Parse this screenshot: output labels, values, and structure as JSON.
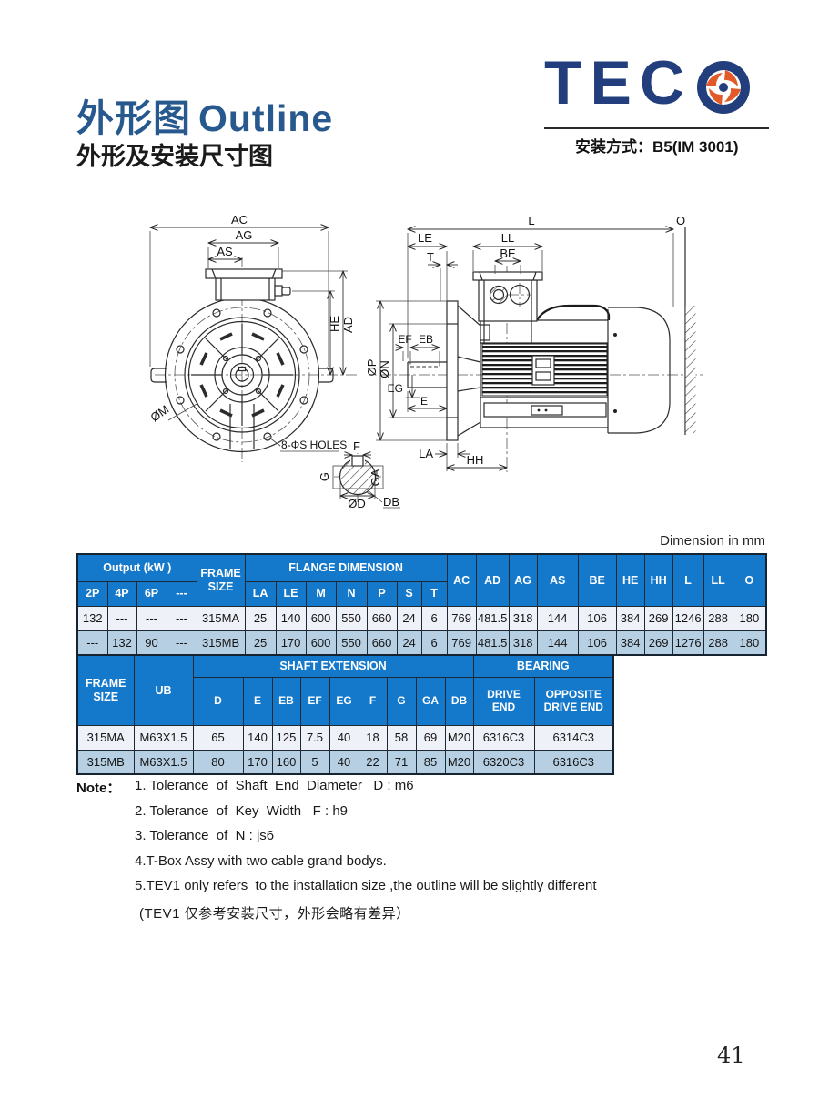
{
  "page": {
    "number": "41"
  },
  "header": {
    "title_zh": "外形图",
    "title_en": "Outline",
    "subtitle": "外形及安装尺寸图",
    "brand_tec": "TEC",
    "mounting": "安装方式：B5(IM 3001)"
  },
  "drawing": {
    "dimension_note": "Dimension in  mm",
    "front": {
      "ac": "AC",
      "ag": "AG",
      "as": "AS",
      "he": "HE",
      "ad": "AD",
      "m": "ØM",
      "holes": "8-ΦS HOLES"
    },
    "side": {
      "l": "L",
      "o": "O",
      "le": "LE",
      "t": "T",
      "ll": "LL",
      "be": "BE",
      "p": "ØP",
      "n": "ØN",
      "ef": "EF",
      "eb": "EB",
      "eg": "EG",
      "e": "E",
      "la": "LA",
      "hh": "HH"
    },
    "section": {
      "f": "F",
      "g": "G",
      "ga": "GA",
      "d": "ØD",
      "db": "DB"
    }
  },
  "table1": {
    "output": "Output (kW )",
    "frame": "FRAME SIZE",
    "flange": "FLANGE DIMENSION",
    "pole_headers": [
      "2P",
      "4P",
      "6P",
      "---"
    ],
    "flange_cols": [
      "LA",
      "LE",
      "M",
      "N",
      "P",
      "S",
      "T"
    ],
    "dim_cols": [
      "AC",
      "AD",
      "AG",
      "AS",
      "BE",
      "HE",
      "HH",
      "L",
      "LL",
      "O"
    ],
    "rows": [
      [
        "132",
        "---",
        "---",
        "---",
        "315MA",
        "25",
        "140",
        "600",
        "550",
        "660",
        "24",
        "6",
        "769",
        "481.5",
        "318",
        "144",
        "106",
        "384",
        "269",
        "1246",
        "288",
        "180"
      ],
      [
        "---",
        "132",
        "90",
        "---",
        "315MB",
        "25",
        "170",
        "600",
        "550",
        "660",
        "24",
        "6",
        "769",
        "481.5",
        "318",
        "144",
        "106",
        "384",
        "269",
        "1276",
        "288",
        "180"
      ]
    ]
  },
  "table2": {
    "frame": "FRAME SIZE",
    "ub": "UB",
    "shaft": "SHAFT EXTENSION",
    "bearing": "BEARING",
    "shaft_cols": [
      "D",
      "E",
      "EB",
      "EF",
      "EG",
      "F",
      "G",
      "GA",
      "DB"
    ],
    "bearing_cols": [
      "DRIVE END",
      "OPPOSITE DRIVE END"
    ],
    "rows": [
      [
        "315MA",
        "M63X1.5",
        "65",
        "140",
        "125",
        "7.5",
        "40",
        "18",
        "58",
        "69",
        "M20",
        "6316C3",
        "6314C3"
      ],
      [
        "315MB",
        "M63X1.5",
        "80",
        "170",
        "160",
        "5",
        "40",
        "22",
        "71",
        "85",
        "M20",
        "6320C3",
        "6316C3"
      ]
    ]
  },
  "notes": {
    "label": "Note：",
    "items": [
      "1. Tolerance  of  Shaft  End  Diameter   D : m6",
      "2. Tolerance  of  Key  Width   F : h9",
      "3. Tolerance  of  N : js6",
      "4.T-Box Assy with two cable grand bodys.",
      "5.TEV1 only refers  to the installation size ,the outline will be slightly different",
      "(TEV1 仅参考安装尺寸，外形会略有差异）"
    ]
  },
  "colors": {
    "header_blue": "#1478cb",
    "row_light": "#eef1f7",
    "row_blue": "#b6cfe2",
    "title_blue": "#27598f",
    "logo_navy": "#223e7d",
    "logo_orange": "#e15a28"
  }
}
